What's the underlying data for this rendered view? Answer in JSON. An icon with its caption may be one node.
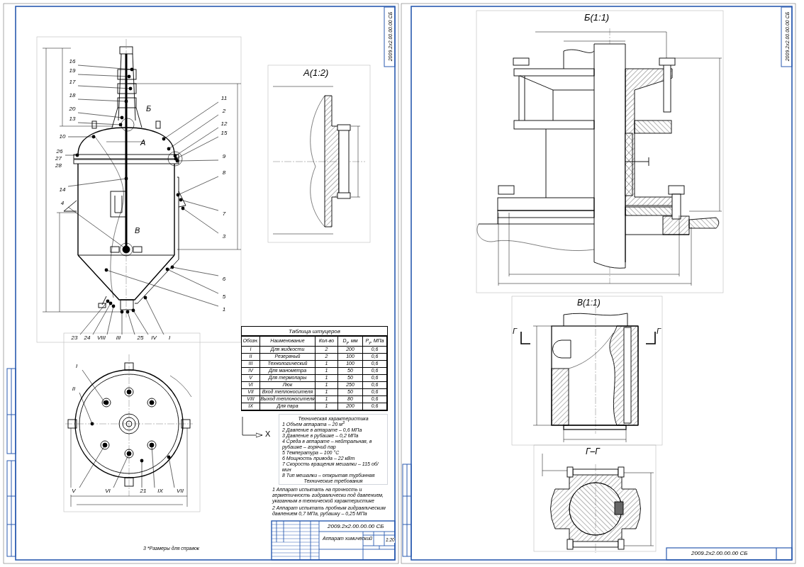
{
  "diagram": {
    "nodes": [
      {
        "text": [
          "16"
        ]
      },
      {
        "text": [
          "19"
        ]
      },
      {
        "text": [
          "17"
        ]
      },
      {
        "text": [
          "18"
        ]
      },
      {
        "text": [
          "20"
        ]
      },
      {
        "text": [
          "13"
        ]
      },
      {
        "text": [
          "10"
        ]
      },
      {
        "text": [
          "26"
        ]
      },
      {
        "text": [
          "14"
        ]
      },
      {
        "text": [
          "4"
        ]
      },
      {
        "text": [
          "11"
        ]
      },
      {
        "text": [
          "2"
        ]
      },
      {
        "text": [
          "12"
        ]
      },
      {
        "text": [
          "15"
        ]
      },
      {
        "text": [
          "9"
        ]
      },
      {
        "text": [
          "8"
        ]
      },
      {
        "text": [
          "7"
        ]
      },
      {
        "text": [
          "3"
        ]
      },
      {
        "text": [
          "6"
        ]
      },
      {
        "text": [
          "5"
        ]
      },
      {
        "text": [
          "1"
        ]
      },
      {
        "text": [
          "23"
        ]
      },
      {
        "text": [
          "24"
        ]
      },
      {
        "text": [
          "VIII"
        ]
      },
      {
        "text": [
          "III"
        ]
      },
      {
        "text": [
          "25"
        ]
      },
      {
        "text": [
          "IV"
        ]
      },
      {
        "text": [
          "I"
        ]
      },
      {
        "text": [
          "I"
        ]
      },
      {
        "text": [
          "II"
        ]
      },
      {
        "text": [
          "V"
        ]
      },
      {
        "text": [
          "VI"
        ]
      },
      {
        "text": [
          "21"
        ]
      },
      {
        "text": [
          "IX"
        ]
      },
      {
        "text": [
          "VII"
        ]
      }
    ],
    "edges": [
      {
        "from": 0,
        "to": null,
        "arrow": "other"
      },
      {
        "from": 1,
        "to": null,
        "arrow": "other"
      },
      {
        "from": 2,
        "to": null,
        "arrow": "other"
      },
      {
        "from": 3,
        "to": null,
        "arrow": "other"
      },
      {
        "from": 4,
        "to": null,
        "arrow": "other"
      },
      {
        "from": 5,
        "to": null,
        "arrow": "other"
      },
      {
        "from": 6,
        "to": null,
        "arrow": "other"
      },
      {
        "from": 7,
        "to": null,
        "arrow": "other"
      },
      {
        "from": 8,
        "to": null,
        "arrow": "other"
      },
      {
        "from": 9,
        "to": null,
        "arrow": "other"
      },
      {
        "from": 10,
        "to": null,
        "arrow": "other"
      },
      {
        "from": 11,
        "to": null,
        "arrow": "other"
      },
      {
        "from": 12,
        "to": null,
        "arrow": "other"
      },
      {
        "from": 13,
        "to": null,
        "arrow": "other"
      },
      {
        "from": 14,
        "to": null,
        "arrow": "other"
      },
      {
        "from": 15,
        "to": null,
        "arrow": "other"
      },
      {
        "from": 16,
        "to": null,
        "arrow": "other"
      },
      {
        "from": 17,
        "to": null,
        "arrow": "other"
      },
      {
        "from": 18,
        "to": null,
        "arrow": "other"
      },
      {
        "from": 19,
        "to": null,
        "arrow": "other"
      },
      {
        "from": 20,
        "to": null,
        "arrow": "other"
      },
      {
        "from": 21,
        "to": null,
        "arrow": "other"
      },
      {
        "from": 22,
        "to": null,
        "arrow": "other"
      },
      {
        "from": 23,
        "to": null,
        "arrow": "other"
      },
      {
        "from": 24,
        "to": null,
        "arrow": "other"
      },
      {
        "from": 25,
        "to": null,
        "arrow": "other"
      },
      {
        "from": 26,
        "to": null,
        "arrow": "other"
      },
      {
        "from": 27,
        "to": null,
        "arrow": "other"
      },
      {
        "from": 28,
        "to": null,
        "arrow": "other"
      },
      {
        "from": 29,
        "to": null,
        "arrow": "other"
      },
      {
        "from": 30,
        "to": null,
        "arrow": "other"
      },
      {
        "from": 31,
        "to": null,
        "arrow": "other"
      },
      {
        "from": 32,
        "to": null,
        "arrow": "other"
      },
      {
        "from": 33,
        "to": null,
        "arrow": "other"
      },
      {
        "from": 34,
        "to": null,
        "arrow": "other"
      }
    ],
    "labels": [
      "А(1:2)",
      "Б",
      "А",
      "27",
      "28",
      "В",
      "Б(1:1)",
      "В(1:1)",
      "Г",
      "Г",
      "Г–Г",
      "Таблица штуцеров",
      "Обозн.",
      "Наименование",
      "Кол-во",
      "D$_{у}$, мм",
      "P$_{у}$, МПа",
      "I",
      "Для жидкости",
      "2",
      "200",
      "0,6",
      "II",
      "Резервный",
      "2",
      "100",
      "0,6",
      "III",
      "Технологический",
      "1",
      "100",
      "0,6",
      "IV",
      "Для манометра",
      "1",
      "50",
      "0,6",
      "V",
      "Для термопары",
      "1",
      "50",
      "0,6",
      "VI",
      "Люк",
      "1",
      "250",
      "0,6",
      "VII",
      "Вход теплоносителя",
      "1",
      "50",
      "0,6",
      "VIII",
      "Выход теплоносителя",
      "1",
      "80",
      "0,6",
      "IX",
      "Для пара",
      "1",
      "200",
      "0,6",
      "X",
      "Техническая характеристика",
      "1  Объем аппарата – 20 м$^{3}$",
      "2  Давление в аппарате – 0,6 МПа",
      "3  Давление в рубашке – 0,2 МПа",
      "4  Среда в аппарате – нейтральная, в рубашке – горячий пар",
      "5  Температура – 100 °С",
      "6  Мощность привода – 22 кВт",
      "7  Скорость вращения мешалки – 115 об/мин",
      "8  Тип мешалки – открытая турбинная",
      "Технические требования",
      "1 Аппарат испытать на прочность и герметичность гидравлически под давлением, указанным в технической характеристике",
      "2 Аппарат испытать пробным гидравлическим давлением 0,7 МПа, рубашку – 0,25 МПа",
      "2009.2х2.00.00.00 СБ",
      "Аппарат химический",
      "1:20",
      "3 *Размеры для справок",
      "2009.2х2.00.00.00 СБ",
      "2009.2х2.00.00.00 СБ",
      "2009.2х2.00.00.00 СБ"
    ]
  }
}
